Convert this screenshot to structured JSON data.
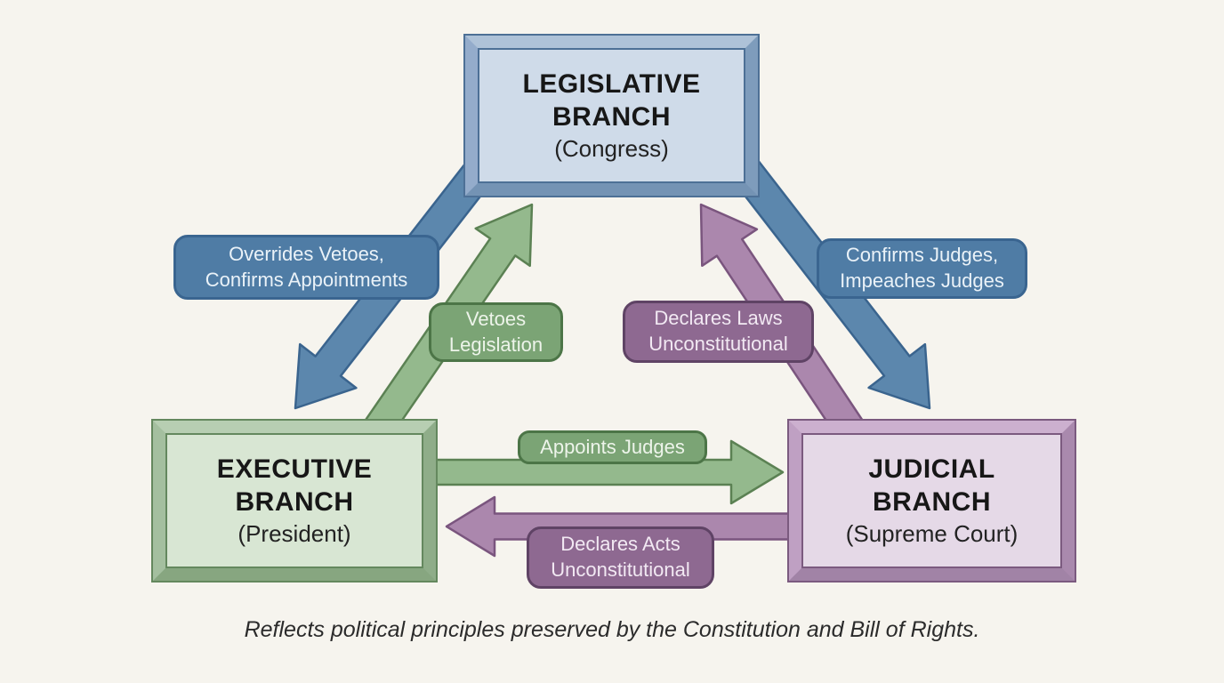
{
  "diagram": {
    "background_color": "#f6f4ee",
    "caption": "Reflects political principles preserved by the Constitution and Bill of Rights."
  },
  "branches": {
    "legislative": {
      "title": "LEGISLATIVE BRANCH",
      "subtitle": "(Congress)",
      "fill": "#cfdbe9",
      "frame": "#8aa6c4",
      "border": "#4d7096"
    },
    "executive": {
      "title": "EXECUTIVE BRANCH",
      "subtitle": "(President)",
      "fill": "#d8e6d3",
      "frame": "#a2bf9d",
      "border": "#64885e"
    },
    "judicial": {
      "title": "JUDICIAL BRANCH",
      "subtitle": "(Supreme Court)",
      "fill": "#e5d9e7",
      "frame": "#bd9fc1",
      "border": "#7b5a7f"
    }
  },
  "checks": [
    {
      "id": "overrides-vetoes",
      "from": "legislative",
      "to": "executive",
      "color": "blue",
      "line1": "Overrides Vetoes,",
      "line2": "Confirms Appointments"
    },
    {
      "id": "vetoes-legislation",
      "from": "executive",
      "to": "legislative",
      "color": "green",
      "line1": "Vetoes",
      "line2": "Legislation"
    },
    {
      "id": "declares-laws-unconstitutional",
      "from": "judicial",
      "to": "legislative",
      "color": "purple",
      "line1": "Declares Laws",
      "line2": "Unconstitutional"
    },
    {
      "id": "confirms-judges",
      "from": "legislative",
      "to": "judicial",
      "color": "blue",
      "line1": "Confirms Judges,",
      "line2": "Impeaches Judges"
    },
    {
      "id": "appoints-judges",
      "from": "executive",
      "to": "judicial",
      "color": "green",
      "line1": "Appoints Judges",
      "line2": ""
    },
    {
      "id": "declares-acts-unconstitutional",
      "from": "judicial",
      "to": "executive",
      "color": "purple",
      "line1": "Declares Acts",
      "line2": "Unconstitutional"
    }
  ],
  "colors": {
    "blue": {
      "arrow_fill": "#5c87ad",
      "arrow_stroke": "#3a648e",
      "label_fill": "#4f7ca5",
      "label_border": "#3a6590",
      "label_text": "#eaf2f8"
    },
    "green": {
      "arrow_fill": "#94b98d",
      "arrow_stroke": "#5b8153",
      "label_fill": "#7ba475",
      "label_border": "#4c7547",
      "label_text": "#edf4ea"
    },
    "purple": {
      "arrow_fill": "#ab87ad",
      "arrow_stroke": "#7a557e",
      "label_fill": "#8e6991",
      "label_border": "#5f4365",
      "label_text": "#f2e9f3"
    }
  }
}
